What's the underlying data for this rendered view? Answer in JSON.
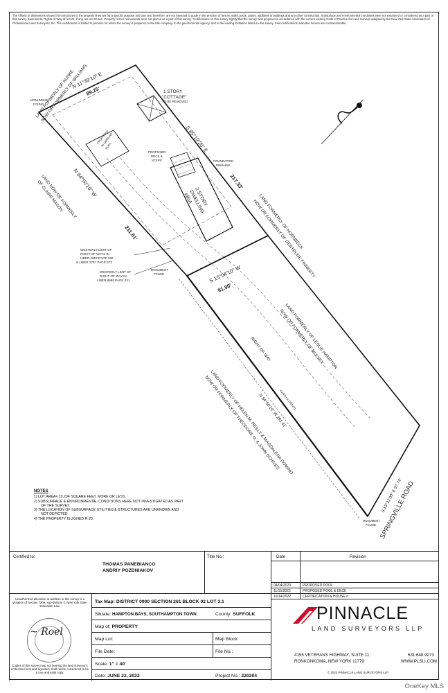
{
  "disclaimer": "The offsets or dimensions shown from structures to the property lines are for a specific purpose and use, and therefore, are not intended to guide in the erection of fences, walls, pools, patios, additions to buildings and any other construction. Subsurface and environmental conditions were not examined or considered as a part of this survey. Easements, Rights-of-Way of record, if any, are not shown. Property corner monuments were not placed as a part of this survey. Certifications on this survey signify that the survey was prepared in accordance with the current existing Code of Practice for Land Surveys adopted by the New York State Association of Professional Land Surveyors, Inc. The certification is limited to persons for whom the survey is prepared, to the title company, to the governmental agency, and to the lending institution listed on this survey. Said certifications indicated hereon are not transferable.",
  "plan": {
    "adjacent": {
      "kunke": [
        "LAND FORMERLY OF KUNKE",
        "NOW OR FORMERLY OF WILLIAMS"
      ],
      "hornbeck": [
        "LAND FORMERLY OF HORNBECK",
        "NOW OR FORMERLY OF GERTRUDE FINNERTY"
      ],
      "mason": [
        "LAND NOW OR FORMERLY",
        "OF CLAIRE MASON"
      ],
      "hampton": [
        "LAND FORMERLY OF LESLIE HAMPTON",
        "NOW OR FORMERLY OF MULVEY"
      ],
      "reilly": [
        "LAND FORMERLY OF HELEN M. REILLY & MAGDALENA DOMINO",
        "NOW OR FORMERLY OF THEODORE O. & JOHN SCHIVES"
      ]
    },
    "bearings": {
      "north": [
        "N 11°39'10\" E",
        "89.25'"
      ],
      "east": [
        "S 85°19'20\" E",
        "217.33'"
      ],
      "west": [
        "N 84°50'10\" W",
        "211.61'"
      ],
      "mid": [
        "S 15°04'10\" W",
        "91.90'"
      ],
      "row": "N 84°50'10\" W  291.41'",
      "road": "S 13°31'00\" E  97.74'"
    },
    "labels": {
      "cottage": [
        "1 STORY",
        "\"COTTAGE\"",
        "TO BE REMOVED"
      ],
      "dwelling": [
        "2 STORY",
        "DWELLING",
        "#80A"
      ],
      "deck": [
        "PROPOSED",
        "DECK &",
        "STEPS"
      ],
      "foundation": [
        "FOUNDATION",
        "REMAINS"
      ],
      "pool": [
        "PROPOSED",
        "IN-GROUND",
        "POOL"
      ],
      "monument_found": [
        "MONUMENT",
        "FOUND"
      ],
      "row_limit_1": [
        "WESTERLY LIMIT OF",
        "RIGHT OF WAYS IN",
        "LIBER 2957 PAGE 196",
        "& LIBER 3757 PAGE 573"
      ],
      "row_limit_2": [
        "WESTERLY LIMIT OF",
        "RIGHT OF WAY IN",
        "LIBER 8989 PAGE 331"
      ],
      "right_of_way": "RIGHT OF WAY",
      "road_name": "SPRINGVILLE ROAD",
      "earth_gravel": "EARTH & GRAVEL"
    }
  },
  "notes": {
    "title": "NOTES",
    "items": [
      "1) LOT AREA= 19,204 SQUARE FEET, MORE OR LESS.",
      "2) SUBSURFACE & ENVIRONMENTAL CONDITIONS HERE NOT INVESTIGATED AS PART OF THE SURVEY.",
      "3) THE LOCATION OF SUBSURFACE UTILITIES & STRUCTURES ARE UNKNOWN AND NOT DEPICTED.",
      "4) THE PROPERTY IS ZONED R-20."
    ]
  },
  "title_block": {
    "certified_label": "Certified to:",
    "owner1": "THOMAS PANEBIANCO",
    "owner2": "ANDRIY POZDNIAKOV",
    "title_no_label": "Title No.:",
    "unauthorized": "Unauthorized alteration or addition to this survey is a violation of Section 7209, sub-division 2, New York State Education Law.",
    "copies": "Copies of this survey map not bearing the land surveyor's embossed seal and signature shall not be considered to be a true and valid copy.",
    "tax_map": "Tax Map: DISTRICT 0900 SECTION 261 BLOCK 02 LOT 3.1",
    "situate_label": "Situate:",
    "situate_value": "HAMPTON BAYS, SOUTHAMPTON TOWN",
    "county_label": "County:",
    "county_value": "SUFFOLK",
    "map_of_label": "Map of:",
    "map_of_value": "PROPERTY",
    "map_lot_label": "Map Lot:",
    "map_block_label": "Map Block:",
    "file_date_label": "File Date:",
    "file_no_label": "File No.:",
    "scale_label": "Scale:",
    "scale_value": "1\" = 40'",
    "date_label": "Date:",
    "date_value": "JUNE 22, 2022",
    "project_label": "Project No.:",
    "project_value": "220204"
  },
  "revisions": {
    "date_header": "Date",
    "revision_header": "Revision",
    "rows": [
      {
        "date": "04/04/2023",
        "text": "PROPOSED POOL"
      },
      {
        "date": "11/15/2022",
        "text": "PROPOSED POOL & DECK"
      },
      {
        "date": "10/14/2022",
        "text": "CERTIFICATION & HOUSE #"
      }
    ]
  },
  "company": {
    "name": "PINNACLE",
    "sub": "LAND SURVEYORS LLP",
    "address1": "4155 VETERANS HIGHWAY, SUITE 11",
    "address2": "RONKONKOMA, NEW YORK 11779",
    "phone": "631.648.9273",
    "web": "WWW.PLSLI.COM",
    "copyright": "© 2022 PINNACLE LAND SURVEYORS LLP",
    "accent": "#c8102e"
  },
  "watermark": "OneKey MLS"
}
